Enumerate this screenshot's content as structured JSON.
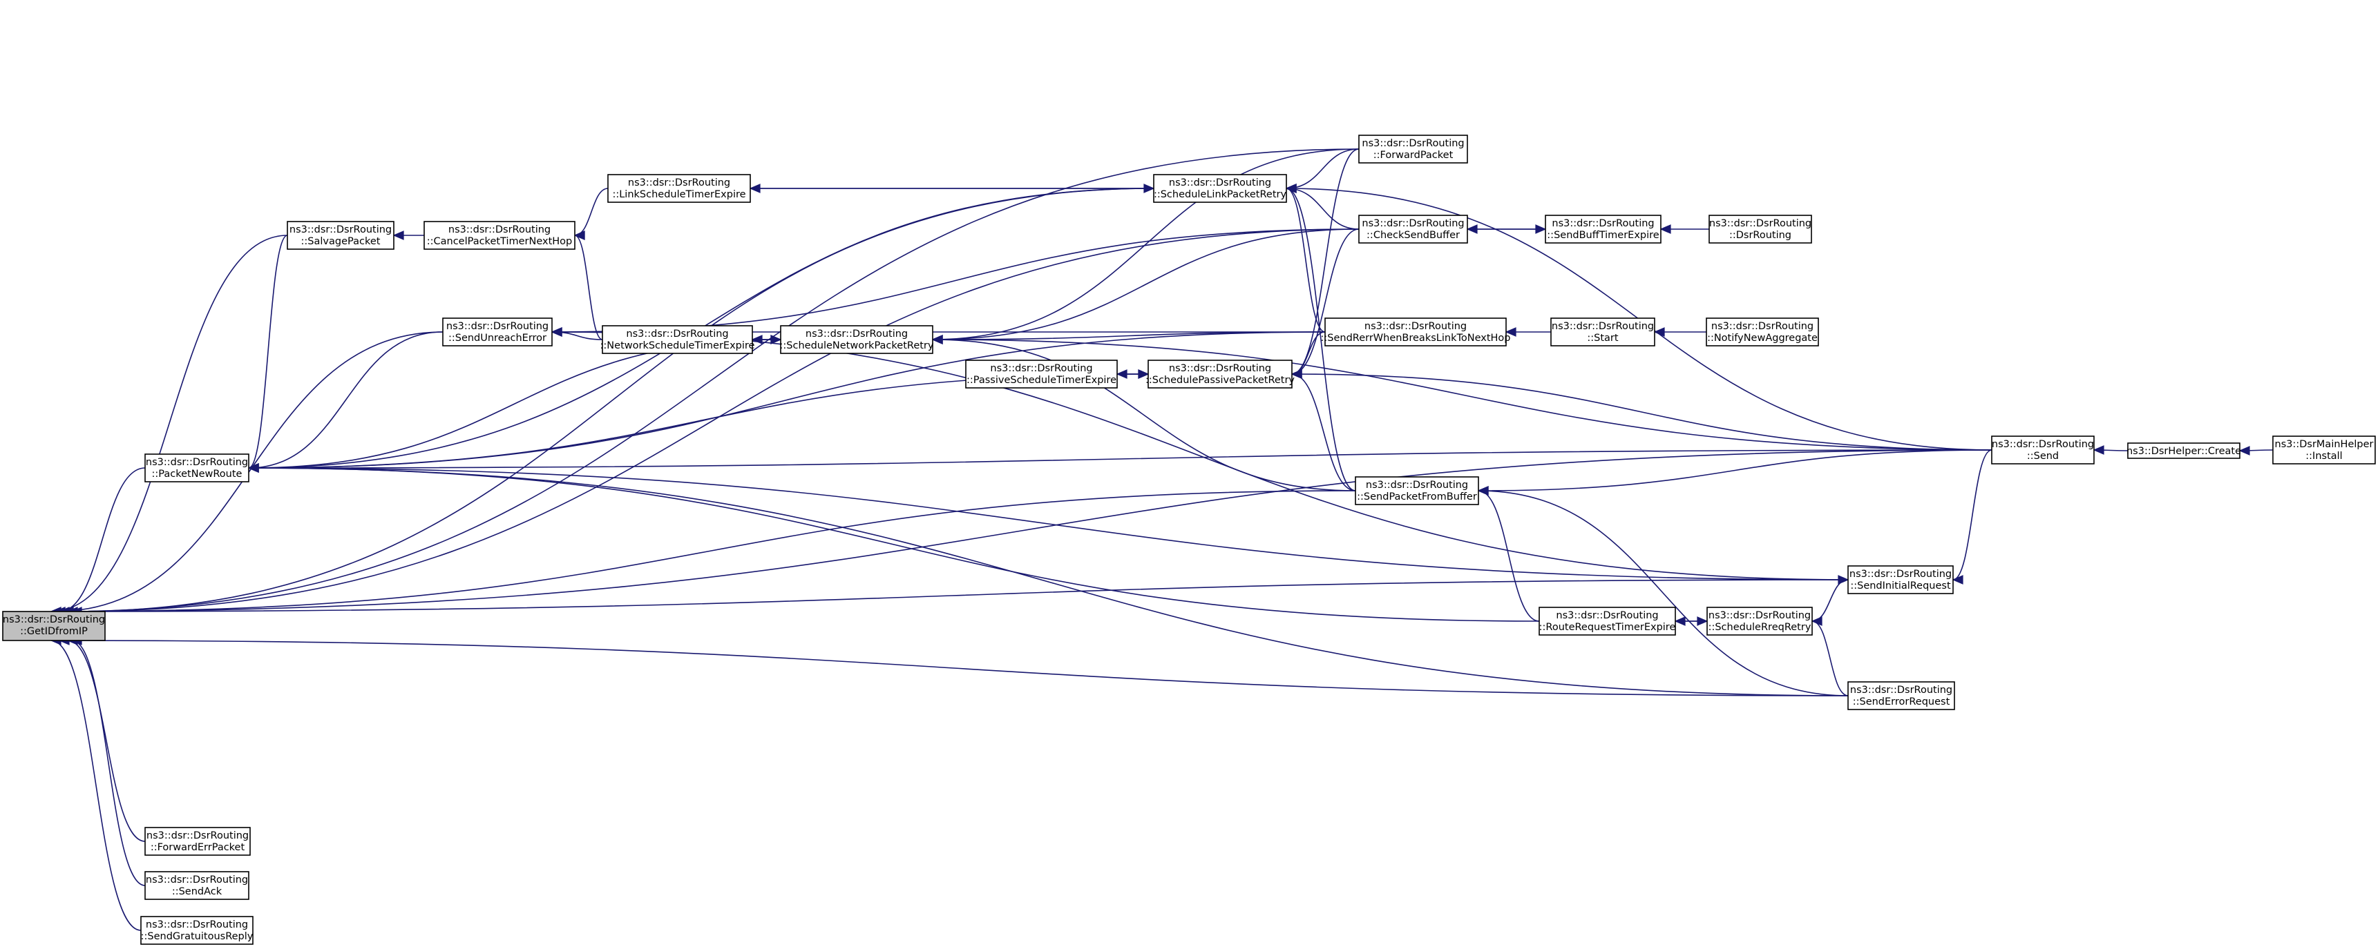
{
  "colors": {
    "edge": "#191970",
    "root_fill": "#bfbfbf",
    "node_fill": "#ffffff",
    "node_border": "#000000"
  },
  "nodes": {
    "GetIDfromIP": {
      "line1": "ns3::dsr::DsrRouting",
      "line2": "::GetIDfromIP"
    },
    "SalvagePacket": {
      "line1": "ns3::dsr::DsrRouting",
      "line2": "::SalvagePacket"
    },
    "CancelPacketTimerNextHop": {
      "line1": "ns3::dsr::DsrRouting",
      "line2": "::CancelPacketTimerNextHop"
    },
    "LinkScheduleTimerExpire": {
      "line1": "ns3::dsr::DsrRouting",
      "line2": "::LinkScheduleTimerExpire"
    },
    "ScheduleLinkPacketRetry": {
      "line1": "ns3::dsr::DsrRouting",
      "line2": "::ScheduleLinkPacketRetry"
    },
    "ForwardPacket": {
      "line1": "ns3::dsr::DsrRouting",
      "line2": "::ForwardPacket"
    },
    "CheckSendBuffer": {
      "line1": "ns3::dsr::DsrRouting",
      "line2": "::CheckSendBuffer"
    },
    "SendBuffTimerExpire": {
      "line1": "ns3::dsr::DsrRouting",
      "line2": "::SendBuffTimerExpire"
    },
    "DsrRoutingCtor": {
      "line1": "ns3::dsr::DsrRouting",
      "line2": "::DsrRouting"
    },
    "SendUnreachError": {
      "line1": "ns3::dsr::DsrRouting",
      "line2": "::SendUnreachError"
    },
    "NetworkScheduleTimerExpire": {
      "line1": "ns3::dsr::DsrRouting",
      "line2": "::NetworkScheduleTimerExpire"
    },
    "ScheduleNetworkPacketRetry": {
      "line1": "ns3::dsr::DsrRouting",
      "line2": "::ScheduleNetworkPacketRetry"
    },
    "SendRerrWhenBreaksLinkToNextHop": {
      "line1": "ns3::dsr::DsrRouting",
      "line2": "::SendRerrWhenBreaksLinkToNextHop"
    },
    "Start": {
      "line1": "ns3::dsr::DsrRouting",
      "line2": "::Start"
    },
    "NotifyNewAggregate": {
      "line1": "ns3::dsr::DsrRouting",
      "line2": "::NotifyNewAggregate"
    },
    "PassiveScheduleTimerExpire": {
      "line1": "ns3::dsr::DsrRouting",
      "line2": "::PassiveScheduleTimerExpire"
    },
    "SchedulePassivePacketRetry": {
      "line1": "ns3::dsr::DsrRouting",
      "line2": "::SchedulePassivePacketRetry"
    },
    "PacketNewRoute": {
      "line1": "ns3::dsr::DsrRouting",
      "line2": "::PacketNewRoute"
    },
    "Send": {
      "line1": "ns3::dsr::DsrRouting",
      "line2": "::Send"
    },
    "DsrHelperCreate": {
      "line1": "ns3::DsrHelper::Create"
    },
    "DsrMainHelperInstall": {
      "line1": "ns3::DsrMainHelper",
      "line2": "::Install"
    },
    "SendPacketFromBuffer": {
      "line1": "ns3::dsr::DsrRouting",
      "line2": "::SendPacketFromBuffer"
    },
    "SendInitialRequest": {
      "line1": "ns3::dsr::DsrRouting",
      "line2": "::SendInitialRequest"
    },
    "RouteRequestTimerExpire": {
      "line1": "ns3::dsr::DsrRouting",
      "line2": "::RouteRequestTimerExpire"
    },
    "ScheduleRreqRetry": {
      "line1": "ns3::dsr::DsrRouting",
      "line2": "::ScheduleRreqRetry"
    },
    "SendErrorRequest": {
      "line1": "ns3::dsr::DsrRouting",
      "line2": "::SendErrorRequest"
    },
    "ForwardErrPacket": {
      "line1": "ns3::dsr::DsrRouting",
      "line2": "::ForwardErrPacket"
    },
    "SendAck": {
      "line1": "ns3::dsr::DsrRouting",
      "line2": "::SendAck"
    },
    "SendGratuitousReply": {
      "line1": "ns3::dsr::DsrRouting",
      "line2": "::SendGratuitousReply"
    }
  },
  "edges": [
    [
      "SalvagePacket",
      "GetIDfromIP"
    ],
    [
      "SendUnreachError",
      "GetIDfromIP"
    ],
    [
      "PacketNewRoute",
      "GetIDfromIP"
    ],
    [
      "ForwardPacket",
      "GetIDfromIP"
    ],
    [
      "CheckSendBuffer",
      "GetIDfromIP"
    ],
    [
      "ScheduleLinkPacketRetry",
      "GetIDfromIP"
    ],
    [
      "Send",
      "GetIDfromIP"
    ],
    [
      "SendInitialRequest",
      "GetIDfromIP"
    ],
    [
      "SendErrorRequest",
      "GetIDfromIP"
    ],
    [
      "SendPacketFromBuffer",
      "GetIDfromIP"
    ],
    [
      "ForwardErrPacket",
      "GetIDfromIP"
    ],
    [
      "SendAck",
      "GetIDfromIP"
    ],
    [
      "SendGratuitousReply",
      "GetIDfromIP"
    ],
    [
      "CancelPacketTimerNextHop",
      "SalvagePacket"
    ],
    [
      "LinkScheduleTimerExpire",
      "CancelPacketTimerNextHop"
    ],
    [
      "NetworkScheduleTimerExpire",
      "CancelPacketTimerNextHop"
    ],
    [
      "ScheduleLinkPacketRetry",
      "LinkScheduleTimerExpire"
    ],
    [
      "LinkScheduleTimerExpire",
      "ScheduleLinkPacketRetry"
    ],
    [
      "ForwardPacket",
      "ScheduleLinkPacketRetry"
    ],
    [
      "CheckSendBuffer",
      "ScheduleLinkPacketRetry"
    ],
    [
      "SendRerrWhenBreaksLinkToNextHop",
      "ScheduleLinkPacketRetry"
    ],
    [
      "SendPacketFromBuffer",
      "ScheduleLinkPacketRetry"
    ],
    [
      "Send",
      "ScheduleLinkPacketRetry"
    ],
    [
      "SendBuffTimerExpire",
      "CheckSendBuffer"
    ],
    [
      "CheckSendBuffer",
      "SendBuffTimerExpire"
    ],
    [
      "DsrRoutingCtor",
      "SendBuffTimerExpire"
    ],
    [
      "NetworkScheduleTimerExpire",
      "SendUnreachError"
    ],
    [
      "CheckSendBuffer",
      "SendUnreachError"
    ],
    [
      "SendRerrWhenBreaksLinkToNextHop",
      "SendUnreachError"
    ],
    [
      "ScheduleNetworkPacketRetry",
      "NetworkScheduleTimerExpire"
    ],
    [
      "NetworkScheduleTimerExpire",
      "ScheduleNetworkPacketRetry"
    ],
    [
      "ForwardPacket",
      "ScheduleNetworkPacketRetry"
    ],
    [
      "CheckSendBuffer",
      "ScheduleNetworkPacketRetry"
    ],
    [
      "SendRerrWhenBreaksLinkToNextHop",
      "ScheduleNetworkPacketRetry"
    ],
    [
      "SendPacketFromBuffer",
      "ScheduleNetworkPacketRetry"
    ],
    [
      "Send",
      "ScheduleNetworkPacketRetry"
    ],
    [
      "Start",
      "SendRerrWhenBreaksLinkToNextHop"
    ],
    [
      "NotifyNewAggregate",
      "Start"
    ],
    [
      "SchedulePassivePacketRetry",
      "PassiveScheduleTimerExpire"
    ],
    [
      "PassiveScheduleTimerExpire",
      "SchedulePassivePacketRetry"
    ],
    [
      "ForwardPacket",
      "SchedulePassivePacketRetry"
    ],
    [
      "CheckSendBuffer",
      "SchedulePassivePacketRetry"
    ],
    [
      "SendRerrWhenBreaksLinkToNextHop",
      "SchedulePassivePacketRetry"
    ],
    [
      "SendPacketFromBuffer",
      "SchedulePassivePacketRetry"
    ],
    [
      "Send",
      "SchedulePassivePacketRetry"
    ],
    [
      "PacketNewRoute",
      "ScheduleNetworkPacketRetry"
    ],
    [
      "PacketNewRoute",
      "SchedulePassivePacketRetry"
    ],
    [
      "SendUnreachError",
      "PacketNewRoute"
    ],
    [
      "SalvagePacket",
      "PacketNewRoute"
    ],
    [
      "ScheduleLinkPacketRetry",
      "PacketNewRoute"
    ],
    [
      "SendRerrWhenBreaksLinkToNextHop",
      "PacketNewRoute"
    ],
    [
      "SendInitialRequest",
      "PacketNewRoute"
    ],
    [
      "RouteRequestTimerExpire",
      "PacketNewRoute"
    ],
    [
      "SendErrorRequest",
      "PacketNewRoute"
    ],
    [
      "Send",
      "PacketNewRoute"
    ],
    [
      "SendInitialRequest",
      "SendUnreachError"
    ],
    [
      "DsrHelperCreate",
      "Send"
    ],
    [
      "DsrMainHelperInstall",
      "DsrHelperCreate"
    ],
    [
      "Send",
      "SendPacketFromBuffer"
    ],
    [
      "RouteRequestTimerExpire",
      "SendPacketFromBuffer"
    ],
    [
      "SendErrorRequest",
      "SendPacketFromBuffer"
    ],
    [
      "Send",
      "SendInitialRequest"
    ],
    [
      "ScheduleRreqRetry",
      "SendInitialRequest"
    ],
    [
      "ScheduleRreqRetry",
      "RouteRequestTimerExpire"
    ],
    [
      "RouteRequestTimerExpire",
      "ScheduleRreqRetry"
    ],
    [
      "SendErrorRequest",
      "ScheduleRreqRetry"
    ]
  ]
}
